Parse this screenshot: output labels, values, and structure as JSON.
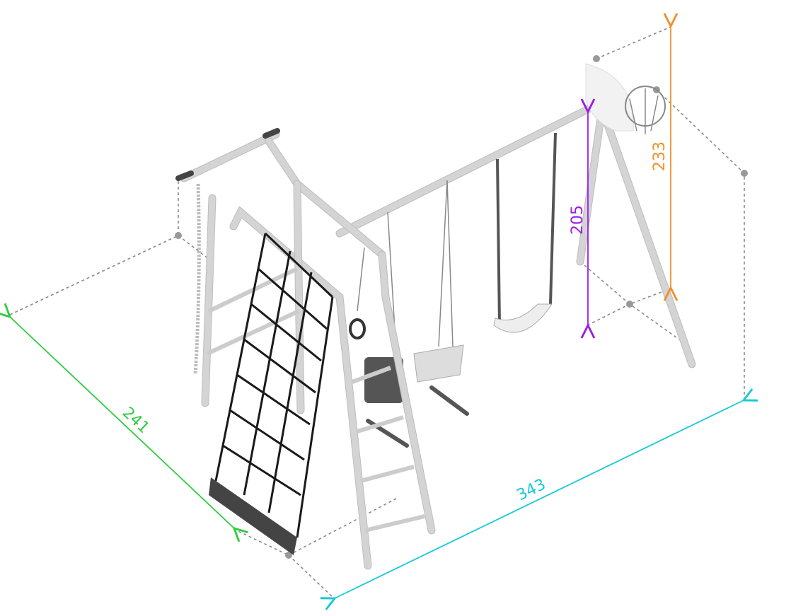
{
  "dimensions": {
    "depth": {
      "label": "241",
      "color": "#2ecc40"
    },
    "length": {
      "label": "343",
      "color": "#17c9d6"
    },
    "bar_height": {
      "label": "205",
      "color": "#9b1fe0"
    },
    "total_height": {
      "label": "233",
      "color": "#f0902a"
    }
  },
  "colors": {
    "guide": "#8a8a8a",
    "frame": "#d8d8d8",
    "net": "#1a1a1a"
  }
}
